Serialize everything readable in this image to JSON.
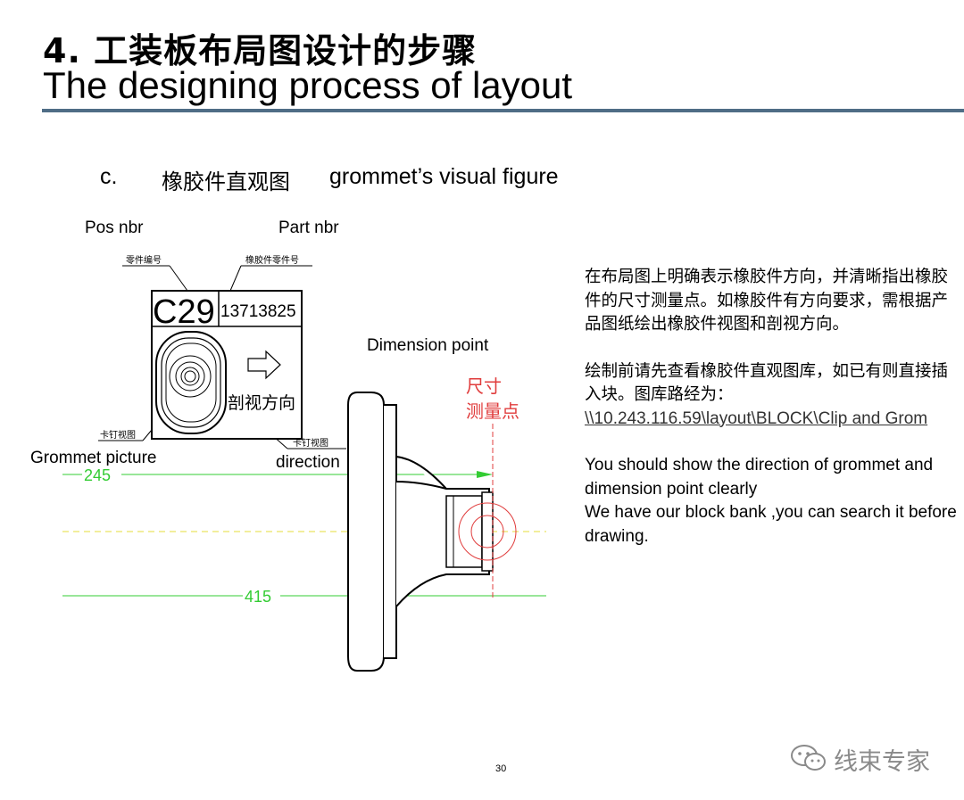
{
  "title": {
    "cn": "4. 工装板布局图设计的步骤",
    "en": "The designing process of layout"
  },
  "subtitle": {
    "letter": "c.",
    "cn": "橡胶件直观图",
    "en": "grommet’s visual figure"
  },
  "labels": {
    "pos_nbr": "Pos nbr",
    "part_nbr": "Part nbr",
    "dimension_point": "Dimension point",
    "grommet_picture": "Grommet  picture",
    "direction": "direction"
  },
  "drawing": {
    "callout_pos": "零件编号",
    "callout_part": "橡胶件零件号",
    "pos_code": "C29",
    "part_code": "13713825",
    "section_direction": "剖视方向",
    "callout_clip_view": "卡钉视图",
    "callout_clip_view_2": "卡钉视图",
    "dim_point_line1": "尺寸",
    "dim_point_line2": "测量点",
    "dim_245": "245",
    "dim_415": "415"
  },
  "notes": {
    "cn_para1": "在布局图上明确表示橡胶件方向，并清晰指出橡胶件的尺寸测量点。如橡胶件有方向要求，需根据产品图纸绘出橡胶件视图和剖视方向。",
    "cn_para2": "绘制前请先查看橡胶件直观图库，如已有则直接插入块。图库路经为：",
    "path_link": "\\\\10.243.116.59\\layout\\BLOCK\\Clip and Grom",
    "en_line1": "You should show the direction of grommet and dimension point clearly",
    "en_line2": "We have our block bank ,you can search it before drawing."
  },
  "footer": {
    "page_number": "30",
    "watermark": "线束专家"
  },
  "colors": {
    "rule": "#4f6d86",
    "dimension_green": "#33cc33",
    "center_yellow": "#e6dc3a",
    "dimension_red": "#e03c3c"
  }
}
